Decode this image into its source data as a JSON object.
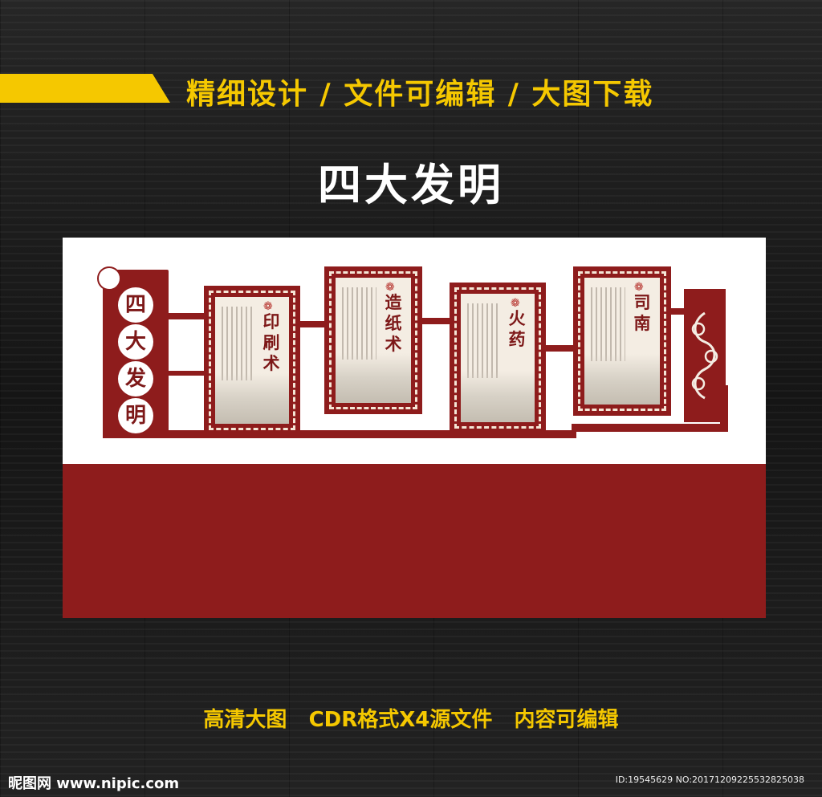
{
  "header": {
    "tagline": "精细设计 / 文件可编辑 / 大图下载",
    "title": "四大发明"
  },
  "board": {
    "side_chars": [
      "四",
      "大",
      "发",
      "明"
    ],
    "panels": [
      {
        "label": "印刷术"
      },
      {
        "label": "造纸术"
      },
      {
        "label": "火药"
      },
      {
        "label": "司南"
      }
    ]
  },
  "footer": {
    "info": "高清大图   CDR格式X4源文件   内容可编辑"
  },
  "watermark": {
    "logo": "昵图网 www.nipic.com",
    "id": "ID:19545629 NO:20171209225532825038"
  },
  "colors": {
    "accent": "#f5c800",
    "brand_red": "#8e1c1c",
    "background": "#1a1a1a"
  }
}
